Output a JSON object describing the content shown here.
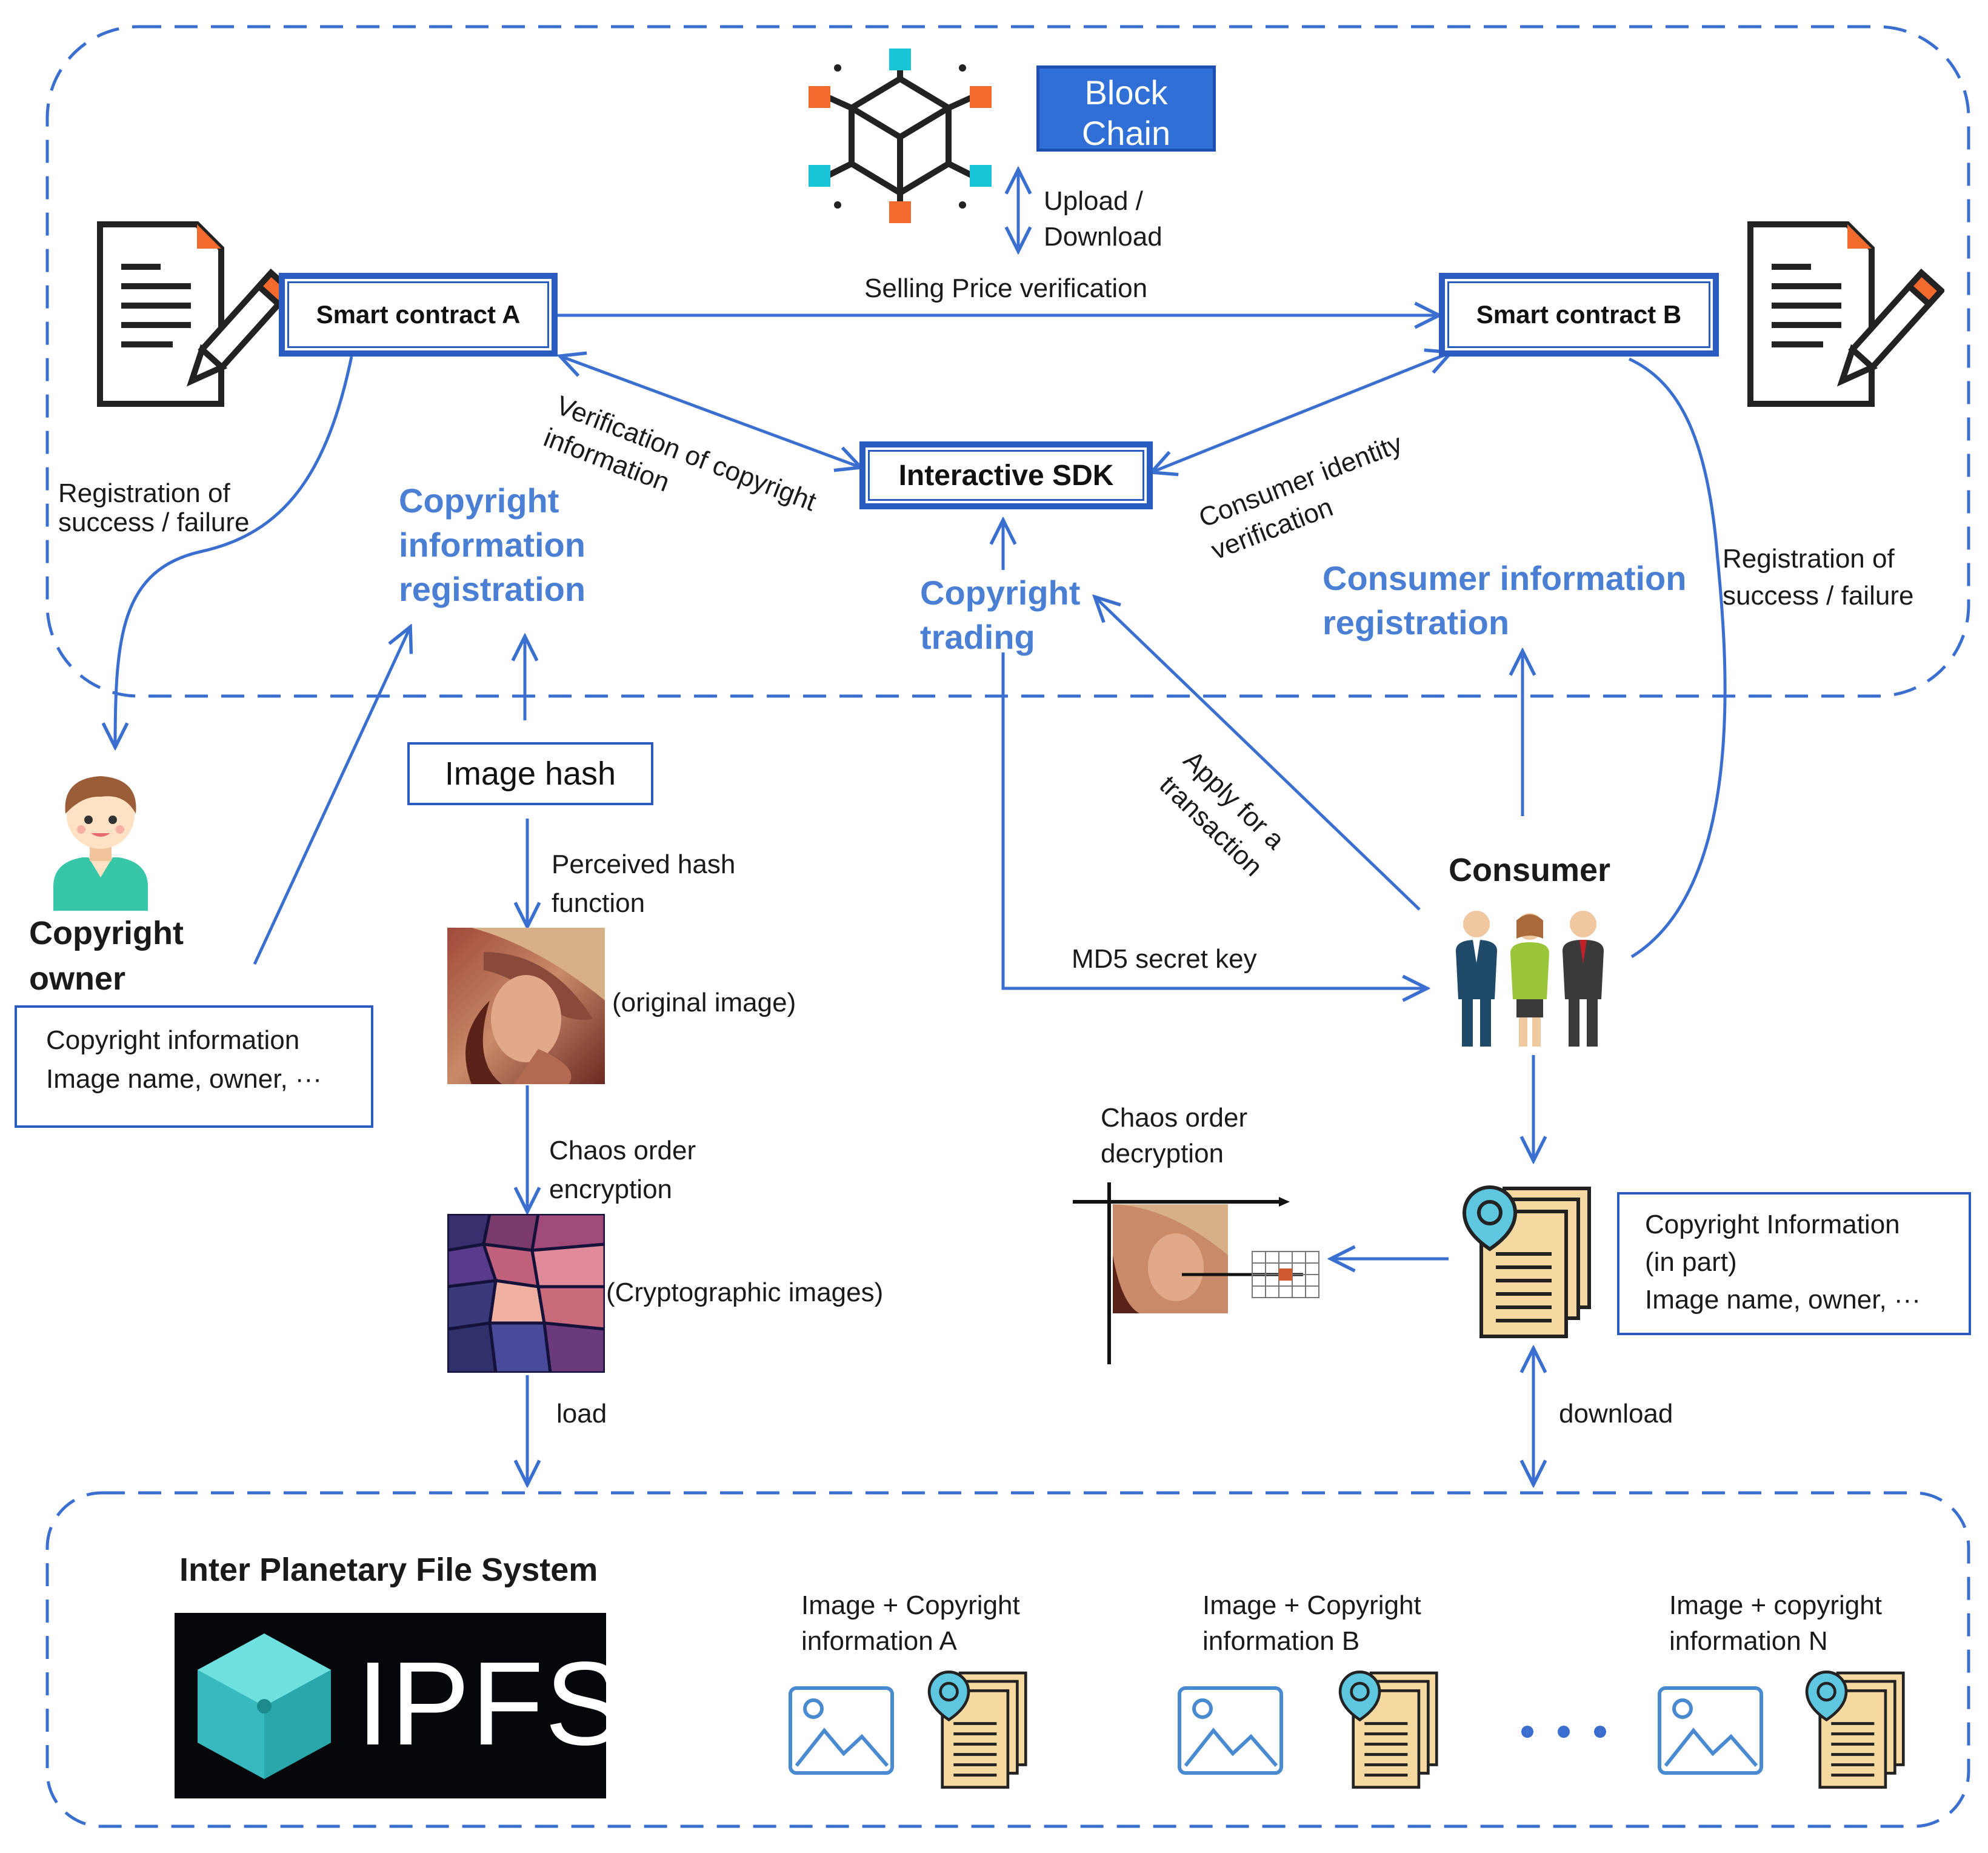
{
  "blockchain": {
    "label": "Block Chain",
    "upload_download": "Upload / Download"
  },
  "smart_contract_a": "Smart contract A",
  "smart_contract_b": "Smart contract B",
  "selling_price": "Selling Price verification",
  "interactive_sdk": "Interactive SDK",
  "verification_copyright": "Verification of copyright information",
  "consumer_identity": "Consumer identity verification",
  "left_registration": "Registration of success / failure",
  "right_registration": "Registration of success / failure",
  "copyright_info_registration": "Copyright information registration",
  "copyright_trading": "Copyright trading",
  "consumer_info_registration": "Consumer information registration",
  "copyright_owner": "Copyright owner",
  "owner_info": {
    "line1": "Copyright information",
    "line2": "Image name, owner, ···"
  },
  "image_hash": "Image hash",
  "perceived_hash": "Perceived hash function",
  "original_image": "(original image)",
  "chaos_encryption": "Chaos order encryption",
  "crypto_images": "(Cryptographic images)",
  "load": "load",
  "apply_transaction": "Apply for a transaction",
  "md5": "MD5 secret key",
  "consumer": "Consumer",
  "chaos_decryption": "Chaos order decryption",
  "consumer_info": {
    "line1": "Copyright Information",
    "line2": "(in part)",
    "line3": "Image name, owner, ···"
  },
  "download": "download",
  "ipfs": {
    "title": "Inter Planetary File System",
    "logo_text": "IPFS",
    "item_a": "Image + Copyright information A",
    "item_b": "Image + Copyright information B",
    "item_n": "Image + copyright information N"
  },
  "colors": {
    "accent": "#2a5cc0",
    "label_blue": "#4a7fd3",
    "line": "#3b6fcf"
  }
}
